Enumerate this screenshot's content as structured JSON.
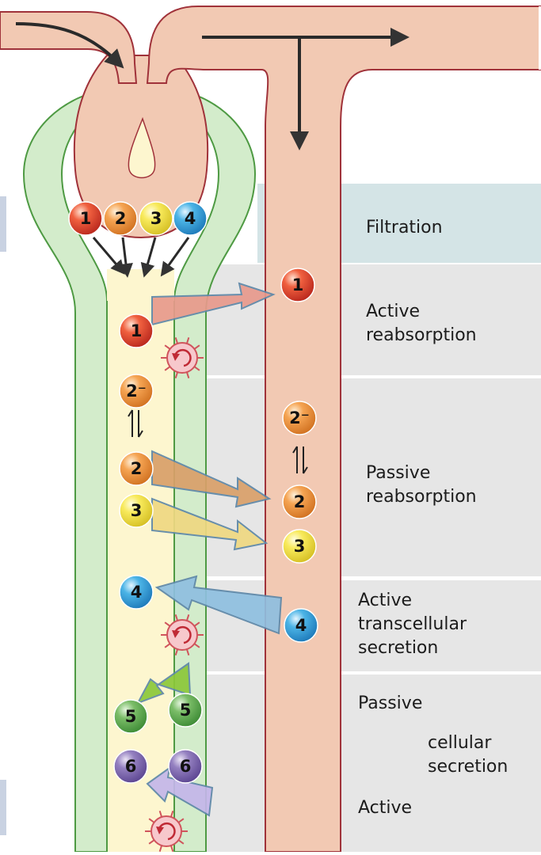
{
  "bands": {
    "filtration": "Filtration",
    "active_reabsorption": [
      "Active",
      "reabsorption"
    ],
    "passive_reabsorption": [
      "Passive",
      "reabsorption"
    ],
    "active_secretion": [
      "Active",
      "transcellular",
      "secretion"
    ],
    "passive_cellular": "Passive",
    "cellular_secretion": [
      "cellular",
      "secretion"
    ],
    "active_bottom": "Active"
  },
  "substances": {
    "s1": "1",
    "s2": "2",
    "s2_ion": "2⁻",
    "s3": "3",
    "s4": "4",
    "s5": "5",
    "s6": "6"
  },
  "colors": {
    "band_filtration": "#d4e4e6",
    "band_gray": "#e6e6e6",
    "vessel": "#f2c9b3",
    "vessel_stroke": "#a0323a",
    "tubule_wall": "#d3eccb",
    "tubule_stroke": "#4e9a43",
    "lumen": "#fdf6cf",
    "s1": "#e54a2e",
    "s2": "#f0963c",
    "s3": "#f6e34a",
    "s4": "#3aa6dc",
    "s5": "#5ea84e",
    "s6": "#7a62a8",
    "pump": "#f7c8cc"
  }
}
